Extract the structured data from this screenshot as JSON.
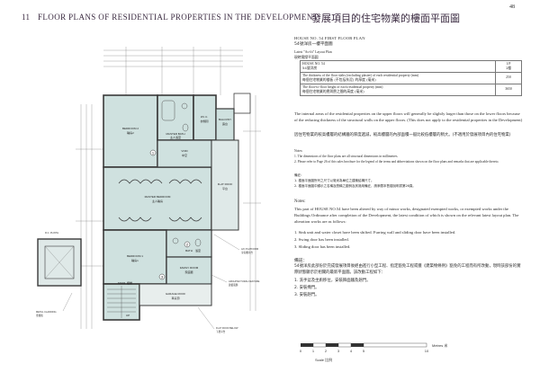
{
  "header": {
    "number": "11",
    "title_en": "FLOOR PLANS OF RESIDENTIAL PROPERTIES IN THE DEVELOPMENT",
    "title_zh": "發展項目的住宅物業的樓面平面圖",
    "page_number": "48"
  },
  "plan_title": {
    "en": "HOUSE NO. 54 FIRST FLOOR PLAN",
    "zh": "54號洋房一樓平面圖",
    "sub_en": "Latest \"As-fit\" Layout Plan",
    "sub_zh": "現時實際平面圖"
  },
  "spec_table": {
    "rows": [
      {
        "label_en": "HOUSE NO. 54",
        "label_zh": "54號洋房",
        "value": "1/F",
        "value_zh": "1樓"
      },
      {
        "label_en": "The thickness of the floor slabs (excluding plaster) of each residential property (mm)",
        "label_zh": "每個住宅物業的樓板 (不包括灰泥) 的厚度 (毫米)",
        "value": "250",
        "value_zh": ""
      },
      {
        "label_en": "The floor-to-floor height of each residential property (mm)",
        "label_zh": "每個住宅物業的層與層之間的高度 (毫米)",
        "value": "3650",
        "value_zh": ""
      }
    ]
  },
  "intro": {
    "en": "The internal areas of the residential properties on the upper floors will generally be slightly larger than those on the lower floors because of the reducing thickness of the structural walls on the upper floors. (This does not apply to the residential properties in the Development)",
    "zh": "因住宅物業的較高樓層的結構牆的厚度遞減，較高樓層的內部面積一般比較低樓層的稍大。(不適用於發展項目內的住宅物業)"
  },
  "notes_label": {
    "en": "Notes:",
    "zh": "備註："
  },
  "notes_en": [
    "1.  The dimensions of the floor plans are all structural dimensions in millimetres.",
    "2.  Please refer to Page 26 of this sales brochure for the legend of the terms and abbreviations shown on the floor plans and remarks that are applicable thereto."
  ],
  "notes_zh": [
    "1.  樓面平面圖所列之尺寸以毫米為單位之建築結構尺寸。",
    "2.  樓面平面圖中顯示之名稱及簡稱之圖例及其適用備註，請參閱本售樓說明書第26頁。"
  ],
  "alteration": {
    "heading": "Notes:",
    "intro": "This part of HOUSE NO.54 have been altered by way of minor works, designated exempted works, or exempted works under the Buildings Ordinance after completion of the Development, the latest condition of which is shown on the relevant latest layout plan. The alteration works are as follows:",
    "items": [
      "1.  Sink unit and water closet have been shifted. Furring wall and sliding door have been installed.",
      "2.  Swing door has been installed.",
      "3.  Sliding door has been installed."
    ],
    "heading_zh": "備註：",
    "intro_zh": "54號洋房此部份於完成發展項目後經由進行小型工程、指定豁免工程或獲《建築物條例》豁免的工程而有所改動，現時該部份的實際狀態顯示於相關的最新平面圖。該改動工程如下：",
    "items_zh": [
      "1.  洗手盆及坐廁移位，安裝飾面牆及趟門。",
      "2.  安裝掩門。",
      "3.  安裝趟門。"
    ]
  },
  "scale": {
    "ticks": [
      "0",
      "1",
      "2",
      "3",
      "4",
      "5",
      "10"
    ],
    "unit": "Metres 米",
    "label": "Scale 比例"
  },
  "plan_labels": {
    "master_bedroom": "MASTER BEDROOM",
    "master_bedroom_zh": "主人睡房",
    "bedroom1": "BEDROOM 1",
    "bedroom1_zh": "睡房1",
    "bedroom2": "BEDROOM 2",
    "bedroom2_zh": "睡房2",
    "bath": "BATH",
    "bath_zh": "浴室",
    "master_bath": "MASTER BATH",
    "master_bath_zh": "主人浴室",
    "wic": "W.I.C.",
    "wic_zh": "衣帽間",
    "void": "VOID",
    "void_zh": "中空",
    "family": "FAMILY ROOM",
    "family_zh": "家庭廳",
    "stair": "STAIR",
    "stair_zh": "樓梯",
    "flat_roof": "FLAT ROOF",
    "flat_roof_zh": "平台",
    "balcony": "BALCONY",
    "balcony_zh": "露台",
    "ac_platform": "A/C PLATFORM",
    "ac_platform_zh": "冷氣機平台",
    "rc_plinth": "R.C. PLINTH",
    "up": "UP",
    "metal_cladding": "METAL CLADDING",
    "metal_cladding_zh": "金屬板",
    "architectural_feature": "ARCHITECTURAL FEATURE",
    "architectural_feature_zh": "建築裝飾",
    "flat_roof_below": "FLAT ROOF BELOW",
    "flat_roof_below_zh": "下層平台",
    "garage_roof": "GARAGE ROOF",
    "garage_roof_zh": "車房頂",
    "gondola": "GONDOLA",
    "callout_1": "1",
    "callout_2": "2",
    "callout_3": "3"
  },
  "colors": {
    "room_fill": "#cfe1df",
    "wall": "#3a3a3a",
    "header": "#3a2a40"
  }
}
